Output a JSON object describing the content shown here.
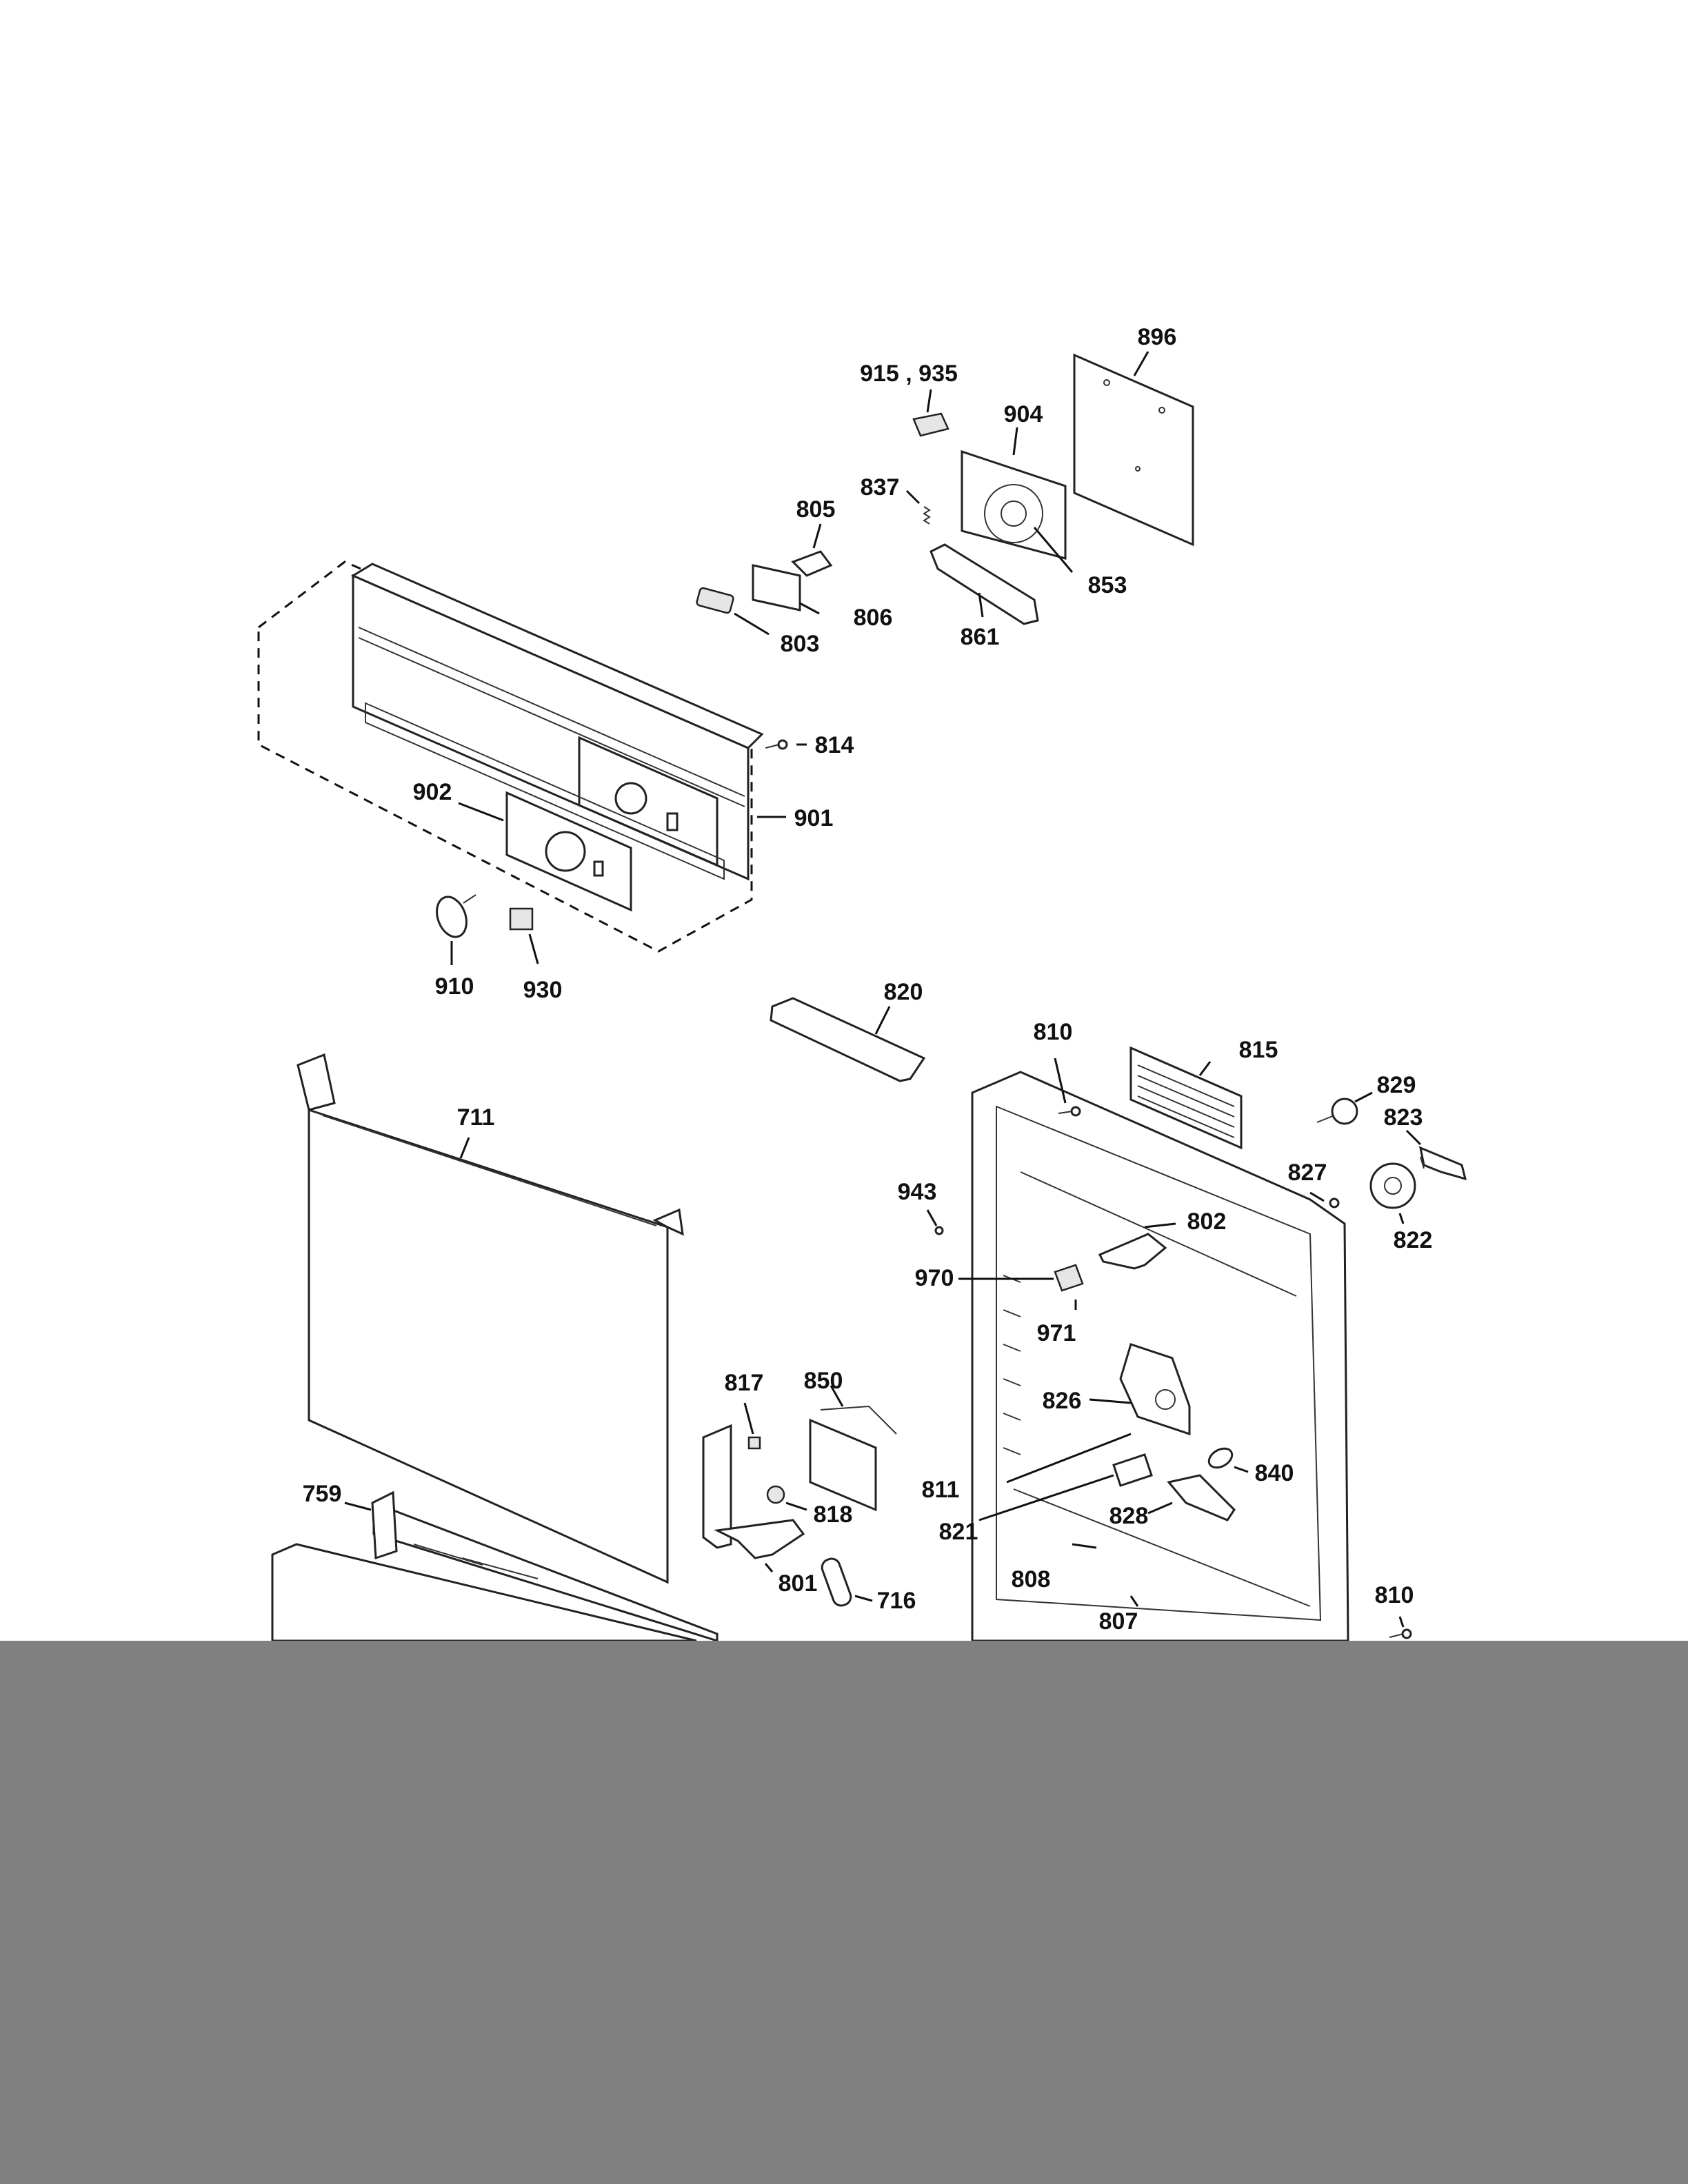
{
  "diagram": {
    "labels": {
      "l896": "896",
      "l915_935": "915 , 935",
      "l904": "904",
      "l837": "837",
      "l805": "805",
      "l853": "853",
      "l806": "806",
      "l861": "861",
      "l803": "803",
      "l814": "814",
      "l902": "902",
      "l901": "901",
      "l910": "910",
      "l930": "930",
      "l820": "820",
      "l810a": "810",
      "l815": "815",
      "l829": "829",
      "l823": "823",
      "l711": "711",
      "l943": "943",
      "l827": "827",
      "l802": "802",
      "l822": "822",
      "l970": "970",
      "l971": "971",
      "l817": "817",
      "l850": "850",
      "l826": "826",
      "l840": "840",
      "l811": "811",
      "l759": "759",
      "l818": "818",
      "l828": "828",
      "l821": "821",
      "l801": "801",
      "l716": "716",
      "l808": "808",
      "l807": "807",
      "l810b": "810"
    }
  }
}
